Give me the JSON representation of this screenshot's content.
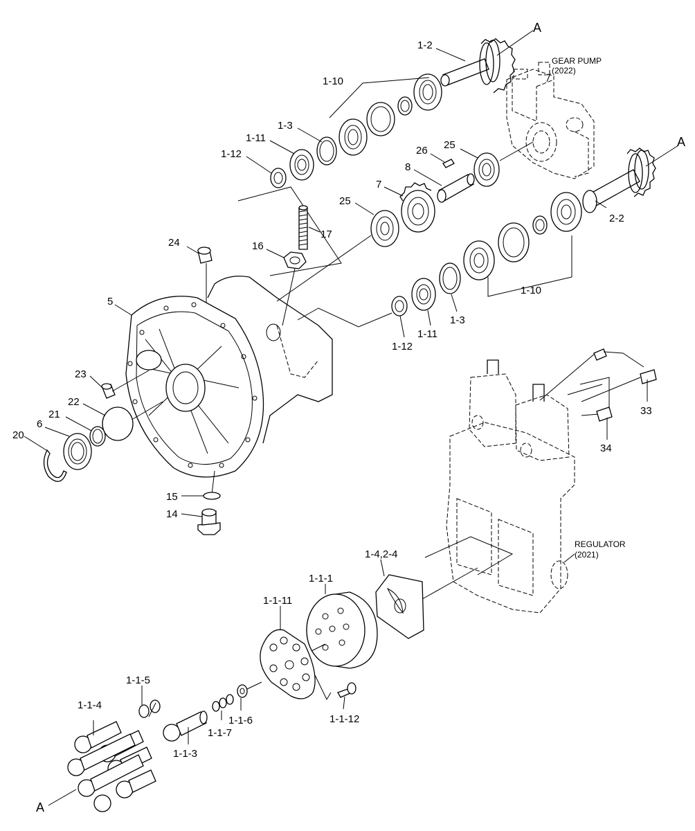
{
  "labels": {
    "l_1_2": "1-2",
    "l_A_top": "A",
    "l_1_10_top": "1-10",
    "l_1_3_top": "1-3",
    "l_1_11_top": "1-11",
    "l_1_12_top": "1-12",
    "l_26": "26",
    "l_25_top": "25",
    "l_8": "8",
    "l_7": "7",
    "l_25_mid": "25",
    "l_17": "17",
    "l_A_right": "A",
    "l_2_2": "2-2",
    "l_24": "24",
    "l_16": "16",
    "l_1_10_bot": "1-10",
    "l_5": "5",
    "l_1_3_bot": "1-3",
    "l_1_11_bot": "1-11",
    "l_1_12_bot": "1-12",
    "l_23": "23",
    "l_22": "22",
    "l_21": "21",
    "l_6": "6",
    "l_20": "20",
    "l_33": "33",
    "l_34": "34",
    "l_15": "15",
    "l_14": "14",
    "l_1_4_2_4": "1-4,2-4",
    "l_1_1_1": "1-1-1",
    "l_1_1_11": "1-1-11",
    "l_1_1_5": "1-1-5",
    "l_1_1_4": "1-1-4",
    "l_1_1_6": "1-1-6",
    "l_1_1_12": "1-1-12",
    "l_1_1_7": "1-1-7",
    "l_1_1_3": "1-1-3",
    "l_A_bottom": "A"
  },
  "notes": {
    "gear_pump_line1": "GEAR PUMP",
    "gear_pump_line2": "(2022)",
    "regulator_line1": "REGULATOR",
    "regulator_line2": "(2021)"
  }
}
